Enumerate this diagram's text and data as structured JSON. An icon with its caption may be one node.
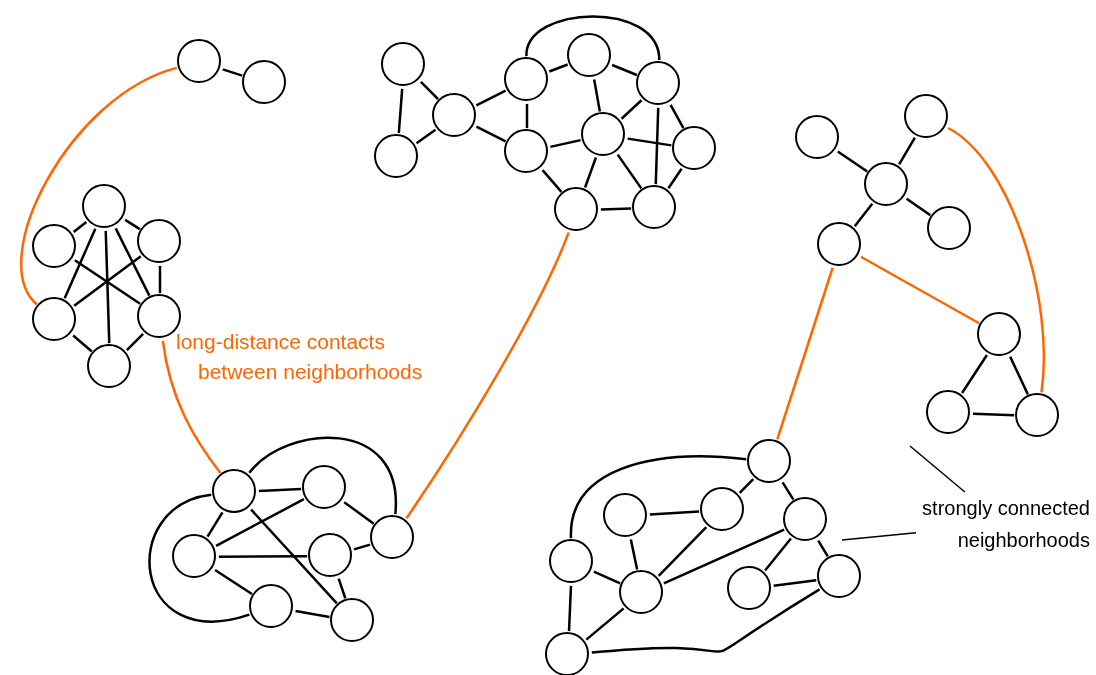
{
  "diagram": {
    "nodes": [
      {
        "text": [],
        "shape": "circle"
      },
      {
        "text": [],
        "shape": "circle"
      },
      {
        "text": [],
        "shape": "circle"
      },
      {
        "text": [],
        "shape": "circle"
      },
      {
        "text": [],
        "shape": "circle"
      },
      {
        "text": [],
        "shape": "circle"
      },
      {
        "text": [],
        "shape": "circle"
      },
      {
        "text": [],
        "shape": "circle"
      },
      {
        "text": [],
        "shape": "circle"
      },
      {
        "text": [],
        "shape": "circle"
      },
      {
        "text": [],
        "shape": "circle"
      },
      {
        "text": [],
        "shape": "circle"
      },
      {
        "text": [],
        "shape": "circle"
      },
      {
        "text": [],
        "shape": "circle"
      },
      {
        "text": [],
        "shape": "circle"
      },
      {
        "text": [],
        "shape": "circle"
      },
      {
        "text": [],
        "shape": "circle"
      },
      {
        "text": [],
        "shape": "circle"
      },
      {
        "text": [],
        "shape": "circle"
      },
      {
        "text": [],
        "shape": "circle"
      },
      {
        "text": [],
        "shape": "circle"
      },
      {
        "text": [],
        "shape": "circle"
      },
      {
        "text": [],
        "shape": "circle"
      },
      {
        "text": [],
        "shape": "circle"
      },
      {
        "text": [],
        "shape": "circle"
      },
      {
        "text": [],
        "shape": "circle"
      },
      {
        "text": [],
        "shape": "circle"
      },
      {
        "text": [],
        "shape": "circle"
      },
      {
        "text": [],
        "shape": "circle"
      },
      {
        "text": [],
        "shape": "circle"
      },
      {
        "text": [],
        "shape": "circle"
      },
      {
        "text": [],
        "shape": "circle"
      },
      {
        "text": [],
        "shape": "circle"
      },
      {
        "text": [],
        "shape": "circle"
      },
      {
        "text": [],
        "shape": "circle"
      },
      {
        "text": [],
        "shape": "circle"
      },
      {
        "text": [],
        "shape": "circle"
      },
      {
        "text": [],
        "shape": "circle"
      },
      {
        "text": [],
        "shape": "circle"
      },
      {
        "text": [],
        "shape": "circle"
      },
      {
        "text": [],
        "shape": "circle"
      },
      {
        "text": [],
        "shape": "circle"
      },
      {
        "text": [],
        "shape": "circle"
      },
      {
        "text": [
          "strongly connected neighborhoods"
        ]
      }
    ],
    "edges": [
      {
        "from": 0,
        "to": 1,
        "arrow": "none"
      },
      {
        "from": 2,
        "to": 3,
        "arrow": "none"
      },
      {
        "from": 2,
        "to": 4,
        "arrow": "none"
      },
      {
        "from": 2,
        "to": 5,
        "arrow": "none"
      },
      {
        "from": 2,
        "to": 7,
        "arrow": "none"
      },
      {
        "from": 2,
        "to": 6,
        "arrow": "none"
      },
      {
        "from": 3,
        "to": 6,
        "arrow": "none"
      },
      {
        "from": 4,
        "to": 5,
        "arrow": "none"
      },
      {
        "from": 4,
        "to": 6,
        "arrow": "none"
      },
      {
        "from": 5,
        "to": 7,
        "arrow": "none"
      },
      {
        "from": 6,
        "to": 7,
        "arrow": "none"
      },
      {
        "from": 8,
        "to": 9,
        "arrow": "none"
      },
      {
        "from": 8,
        "to": 10,
        "arrow": "none"
      },
      {
        "from": 9,
        "to": 10,
        "arrow": "none"
      },
      {
        "from": 10,
        "to": 11,
        "arrow": "none"
      },
      {
        "from": 10,
        "to": 15,
        "arrow": "none"
      },
      {
        "from": 11,
        "to": 15,
        "arrow": "none"
      },
      {
        "from": 11,
        "to": 12,
        "arrow": "none"
      },
      {
        "from": 11,
        "to": 13,
        "arrow": "none"
      },
      {
        "from": 12,
        "to": 13,
        "arrow": "none"
      },
      {
        "from": 12,
        "to": 14,
        "arrow": "none"
      },
      {
        "from": 13,
        "to": 14,
        "arrow": "none"
      },
      {
        "from": 13,
        "to": 16,
        "arrow": "none"
      },
      {
        "from": 13,
        "to": 18,
        "arrow": "none"
      },
      {
        "from": 14,
        "to": 15,
        "arrow": "none"
      },
      {
        "from": 14,
        "to": 16,
        "arrow": "none"
      },
      {
        "from": 14,
        "to": 17,
        "arrow": "none"
      },
      {
        "from": 14,
        "to": 18,
        "arrow": "none"
      },
      {
        "from": 15,
        "to": 17,
        "arrow": "none"
      },
      {
        "from": 17,
        "to": 18,
        "arrow": "none"
      },
      {
        "from": 16,
        "to": 18,
        "arrow": "none"
      },
      {
        "from": 19,
        "to": 21,
        "arrow": "none"
      },
      {
        "from": 20,
        "to": 21,
        "arrow": "none"
      },
      {
        "from": 21,
        "to": 22,
        "arrow": "none"
      },
      {
        "from": 21,
        "to": 23,
        "arrow": "none"
      },
      {
        "from": 24,
        "to": 25,
        "arrow": "none"
      },
      {
        "from": 24,
        "to": 26,
        "arrow": "none"
      },
      {
        "from": 25,
        "to": 26,
        "arrow": "none"
      },
      {
        "from": 27,
        "to": 28,
        "arrow": "none"
      },
      {
        "from": 27,
        "to": 29,
        "arrow": "none"
      },
      {
        "from": 27,
        "to": 33,
        "arrow": "none"
      },
      {
        "from": 27,
        "to": 31,
        "arrow": "none"
      },
      {
        "from": 27,
        "to": 32,
        "arrow": "none"
      },
      {
        "from": 28,
        "to": 29,
        "arrow": "none"
      },
      {
        "from": 28,
        "to": 31,
        "arrow": "none"
      },
      {
        "from": 29,
        "to": 30,
        "arrow": "none"
      },
      {
        "from": 29,
        "to": 32,
        "arrow": "none"
      },
      {
        "from": 30,
        "to": 31,
        "arrow": "none"
      },
      {
        "from": 30,
        "to": 33,
        "arrow": "none"
      },
      {
        "from": 32,
        "to": 33,
        "arrow": "none"
      },
      {
        "from": 34,
        "to": 36,
        "arrow": "none"
      },
      {
        "from": 34,
        "to": 39,
        "arrow": "none"
      },
      {
        "from": 34,
        "to": 37,
        "arrow": "none"
      },
      {
        "from": 35,
        "to": 36,
        "arrow": "none"
      },
      {
        "from": 35,
        "to": 38,
        "arrow": "none"
      },
      {
        "from": 36,
        "to": 38,
        "arrow": "none"
      },
      {
        "from": 37,
        "to": 38,
        "arrow": "none"
      },
      {
        "from": 37,
        "to": 42,
        "arrow": "none"
      },
      {
        "from": 38,
        "to": 42,
        "arrow": "none"
      },
      {
        "from": 38,
        "to": 39,
        "arrow": "none"
      },
      {
        "from": 39,
        "to": 40,
        "arrow": "none"
      },
      {
        "from": 39,
        "to": 41,
        "arrow": "none"
      },
      {
        "from": 40,
        "to": 41,
        "arrow": "none"
      },
      {
        "from": 41,
        "to": 42,
        "arrow": "none"
      },
      {
        "from": 0,
        "to": 5,
        "arrow": "none",
        "color": "#ff6600"
      },
      {
        "from": 6,
        "to": 27,
        "arrow": "none",
        "color": "#ff6600"
      },
      {
        "from": 17,
        "to": 31,
        "arrow": "none",
        "color": "#ff6600"
      },
      {
        "from": 23,
        "to": 34,
        "arrow": "none",
        "color": "#ff6600"
      },
      {
        "from": 23,
        "to": 24,
        "arrow": "none",
        "color": "#ff6600"
      },
      {
        "from": 20,
        "to": 26,
        "arrow": "none",
        "color": "#ff6600"
      },
      {
        "from": 43,
        "to": null,
        "arrow": "none"
      },
      {
        "from": 43,
        "to": null,
        "arrow": "none"
      }
    ],
    "labels": [
      "long-distance contacts between neighborhoods"
    ]
  }
}
